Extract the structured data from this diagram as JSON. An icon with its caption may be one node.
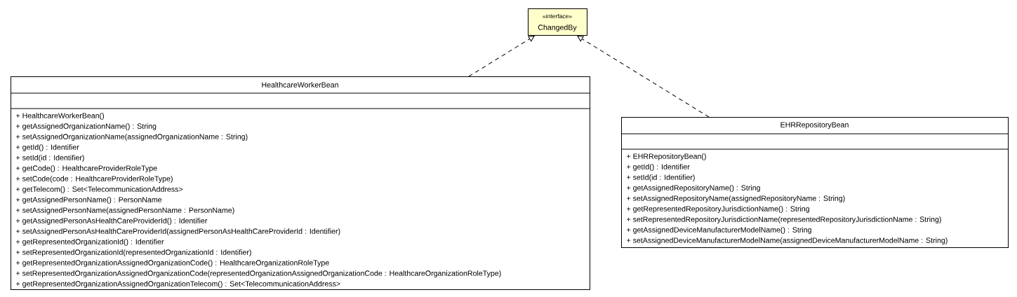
{
  "diagram": {
    "nodes": [
      {
        "text": [
          "«interface»",
          "ChangedBy"
        ]
      },
      {
        "text": [
          "HealthcareWorkerBean",
          "+ HealthcareWorkerBean()",
          "+ getAssignedOrganizationName() : String",
          "+ setAssignedOrganizationName(assignedOrganizationName : String)",
          "+ getId() : Identifier",
          "+ setId(id : Identifier)",
          "+ getCode() : HealthcareProviderRoleType",
          "+ setCode(code : HealthcareProviderRoleType)",
          "+ getTelecom() : Set<TelecommunicationAddress>",
          "+ getAssignedPersonName() : PersonName",
          "+ setAssignedPersonName(assignedPersonName : PersonName)",
          "+ getAssignedPersonAsHealthCareProviderId() : Identifier",
          "+ setAssignedPersonAsHealthCareProviderId(assignedPersonAsHealthCareProviderId : Identifier)",
          "+ getRepresentedOrganizationId() : Identifier",
          "+ setRepresentedOrganizationId(representedOrganizationId : Identifier)",
          "+ getRepresentedOrganizationAssignedOrganizationCode() : HealthcareOrganizationRoleType",
          "+ setRepresentedOrganizationAssignedOrganizationCode(representedOrganizationAssignedOrganizationCode : HealthcareOrganizationRoleType)",
          "+ getRepresentedOrganizationAssignedOrganizationTelecom() : Set<TelecommunicationAddress>"
        ]
      },
      {
        "text": [
          "EHRRepositoryBean",
          "+ EHRRepositoryBean()",
          "+ getId() : Identifier",
          "+ setId(id : Identifier)",
          "+ getAssignedRepositoryName() : String",
          "+ setAssignedRepositoryName(assignedRepositoryName : String)",
          "+ getRepresentedRepositoryJurisdictionName() : String",
          "+ setRepresentedRepositoryJurisdictionName(representedRepositoryJurisdictionName : String)",
          "+ getAssignedDeviceManufacturerModelName() : String",
          "+ setAssignedDeviceManufacturerModelName(assignedDeviceManufacturerModelName : String)"
        ]
      }
    ],
    "edges": [
      {
        "from": 1,
        "to": 0,
        "arrow": "to",
        "style": "dashed"
      },
      {
        "from": 2,
        "to": 0,
        "arrow": "to",
        "style": "dashed"
      }
    ]
  }
}
